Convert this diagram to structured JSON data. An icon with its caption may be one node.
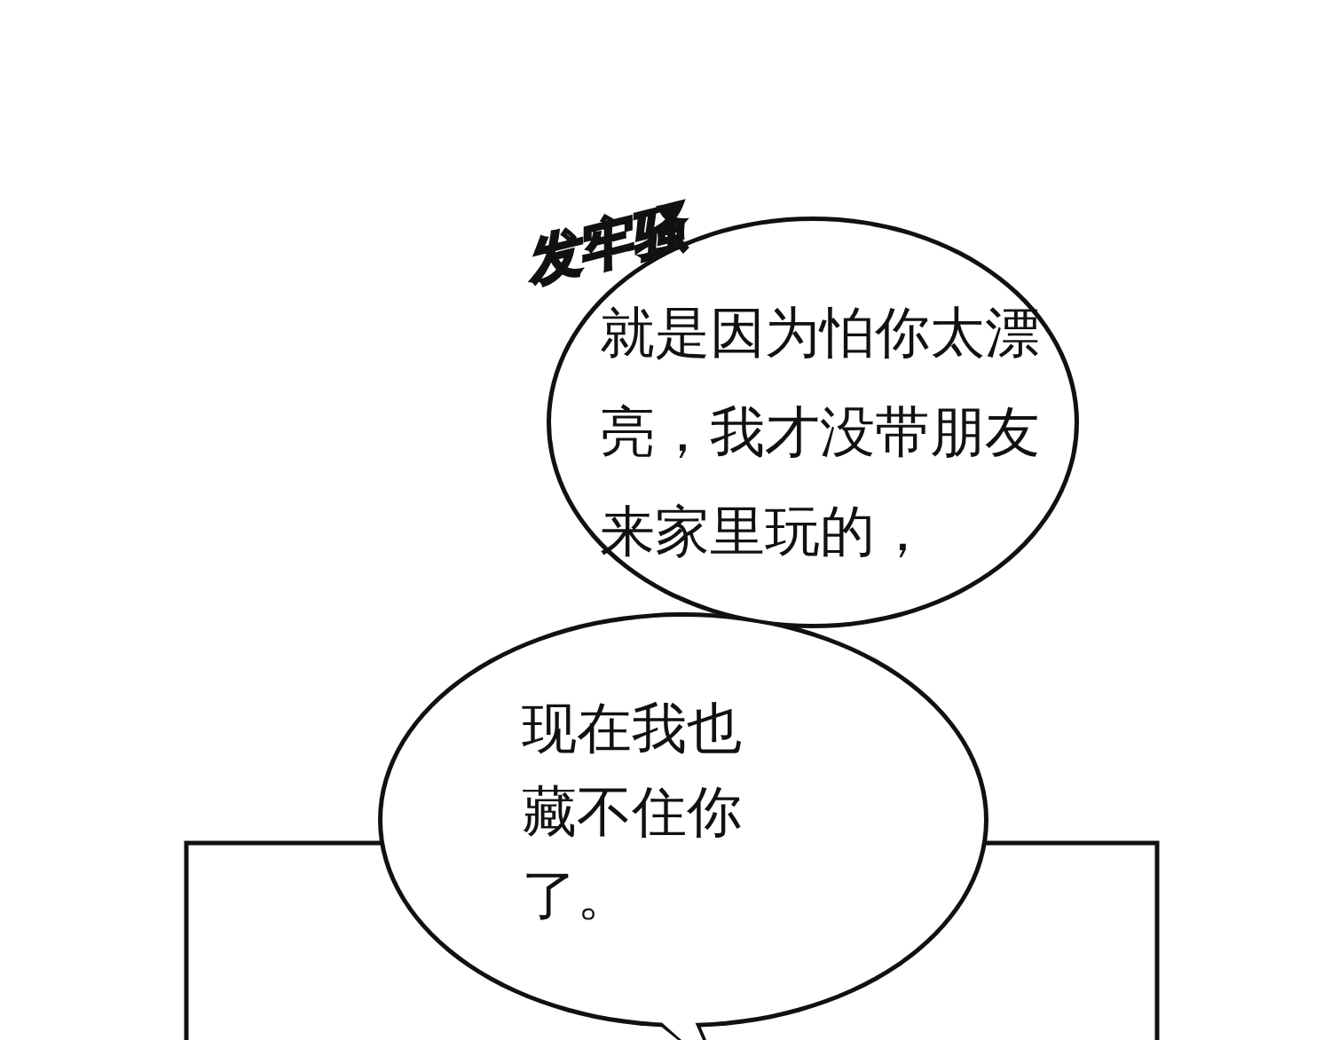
{
  "diagram": {
    "nodes": [
      {
        "text": [
          "就是因为怕你太漂亮，我才没带朋友来家里玩的，"
        ]
      },
      {
        "text": [
          "现在我也藏不住你了。"
        ]
      }
    ],
    "edges": [],
    "labels": [
      "发牢骚"
    ]
  }
}
